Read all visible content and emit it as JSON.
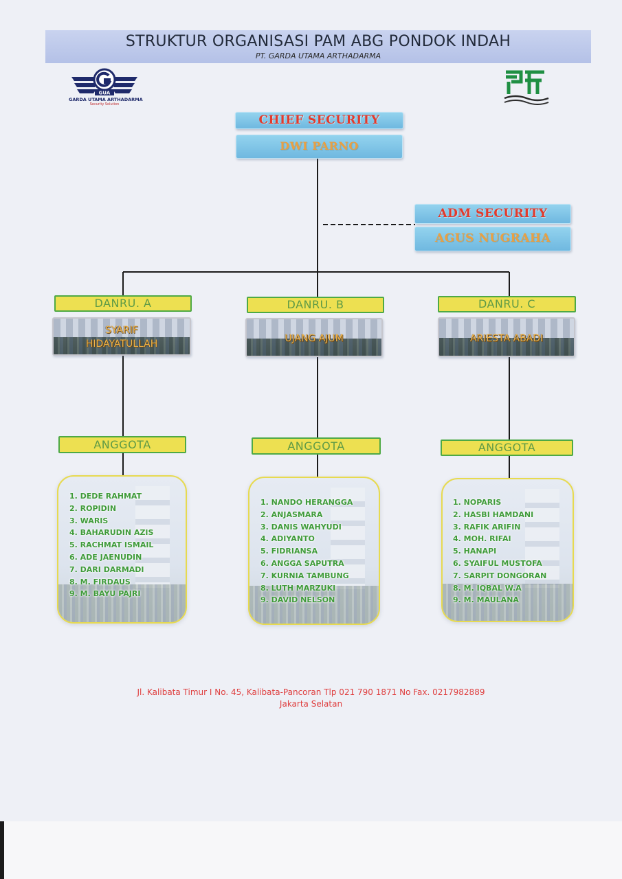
{
  "header": {
    "title": "STRUKTUR ORGANISASI PAM ABG PONDOK INDAH",
    "subtitle": "PT. GARDA UTAMA ARTHADARMA"
  },
  "logos": {
    "left_badge": "GUA",
    "left_name": "GARDA UTAMA ARTHADARMA",
    "left_tagline": "Security Solution",
    "right_mark": "AF"
  },
  "chief": {
    "role": "CHIEF SECURITY",
    "name": "DWI PARNO"
  },
  "admin": {
    "role": "ADM SECURITY",
    "name": "AGUS NUGRAHA"
  },
  "teams": [
    {
      "role": "DANRU. A",
      "leader_line1": "SYARIF",
      "leader_line2": "HIDAYATULLAH",
      "members_label": "ANGGOTA",
      "members": [
        "1. DEDE RAHMAT",
        "2. ROPIDIN",
        "3. WARIS",
        "4. BAHARUDIN AZIS",
        "5. RACHMAT ISMAIL",
        "6. ADE JAENUDIN",
        "7. DARI DARMADI",
        "8. M. FIRDAUS",
        "9. M. BAYU PAJRI"
      ]
    },
    {
      "role": "DANRU. B",
      "leader_line1": "UJANG AJUM",
      "leader_line2": "",
      "members_label": "ANGGOTA",
      "members": [
        "1. NANDO HERANGGA",
        "2. ANJASMARA",
        "3. DANIS WAHYUDI",
        "4. ADIYANTO",
        "5. FIDRIANSA",
        "6. ANGGA SAPUTRA",
        "7. KURNIA TAMBUNG",
        "8. LUTH MARZUKI",
        "9. DAVID NELSON"
      ]
    },
    {
      "role": "DANRU. C",
      "leader_line1": "ARIESTA ABADI",
      "leader_line2": "",
      "members_label": "ANGGOTA",
      "members": [
        "1. NOPARIS",
        "2. HASBI HAMDANI",
        "3. RAFIK ARIFIN",
        "4. MOH. RIFAI",
        "5. HANAPI",
        "6. SYAIFUL MUSTOFA",
        "7. SARPIT DONGORAN",
        "8. M. IQBAL W.A",
        "9. M. MAULANA"
      ]
    }
  ],
  "footer": {
    "address": "Jl. Kalibata Timur I No. 45, Kalibata-Pancoran Tlp 021 790 1871 No Fax. 0217982889",
    "city": "Jakarta Selatan"
  },
  "colors": {
    "title_bar": "#b4c1e7",
    "role_box": "#6fb8e0",
    "role_text": "#e23a2c",
    "name_text": "#e9a043",
    "team_box": "#ede051",
    "team_border": "#4ea945",
    "member_text": "#3f9b3a",
    "footer_text": "#df3f3f"
  }
}
